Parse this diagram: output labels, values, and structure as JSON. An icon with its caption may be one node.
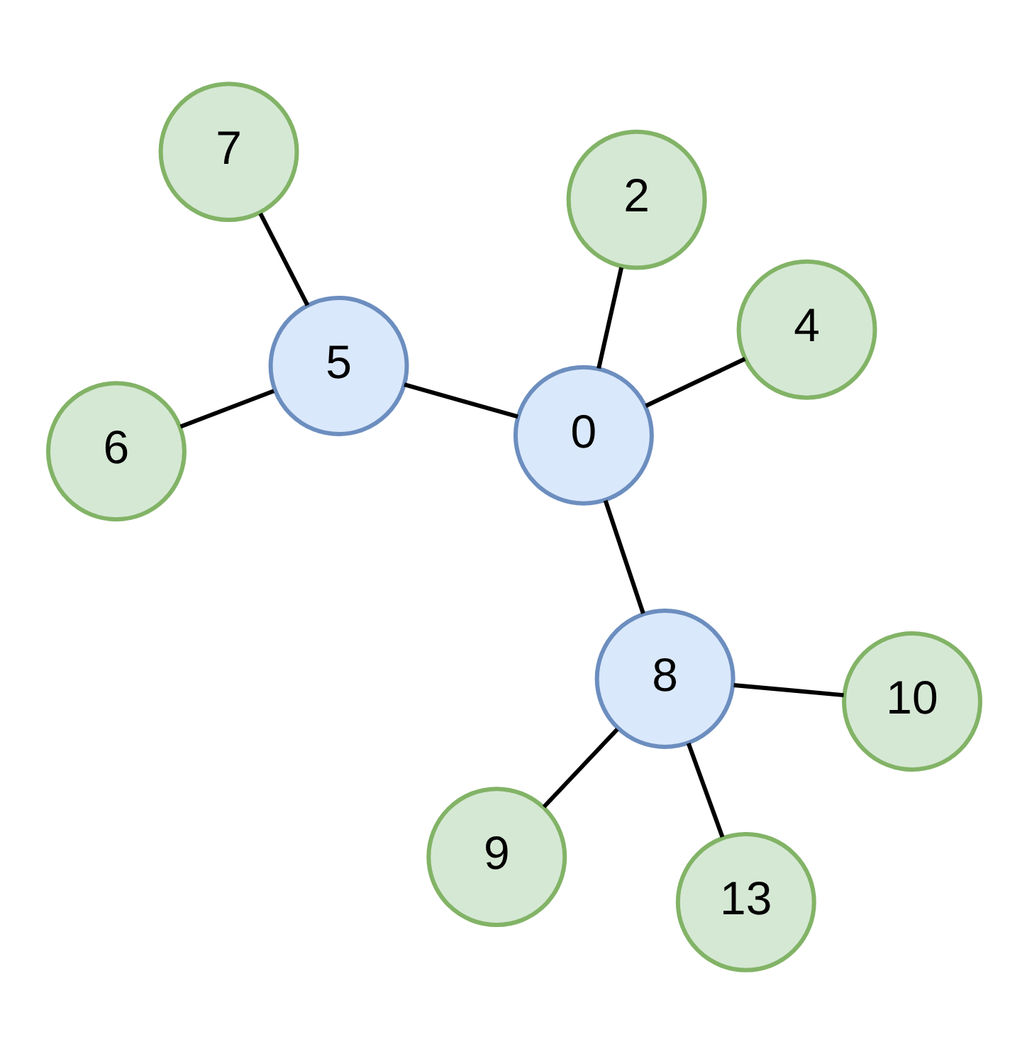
{
  "diagram": {
    "nodes": [
      {
        "text": [
          "7"
        ]
      },
      {
        "text": [
          "4"
        ]
      },
      {
        "text": [
          "6"
        ]
      },
      {
        "text": [
          "5"
        ]
      },
      {
        "text": [
          "0"
        ]
      },
      {
        "text": [
          "2"
        ]
      },
      {
        "text": [
          "9"
        ]
      },
      {
        "text": [
          "8"
        ]
      },
      {
        "text": [
          "13"
        ]
      },
      {
        "text": [
          "10"
        ]
      }
    ],
    "edges": [
      {
        "from": 3,
        "to": 0,
        "arrow": "none"
      },
      {
        "from": 4,
        "to": 1,
        "arrow": "none"
      },
      {
        "from": 2,
        "to": 3,
        "arrow": "none"
      },
      {
        "from": 3,
        "to": 4,
        "arrow": "none"
      },
      {
        "from": 4,
        "to": 5,
        "arrow": "none"
      },
      {
        "from": 4,
        "to": 7,
        "arrow": "none"
      },
      {
        "from": 7,
        "to": 6,
        "arrow": "none"
      },
      {
        "from": 7,
        "to": 8,
        "arrow": "none"
      },
      {
        "from": 7,
        "to": 9,
        "arrow": "none"
      }
    ]
  }
}
